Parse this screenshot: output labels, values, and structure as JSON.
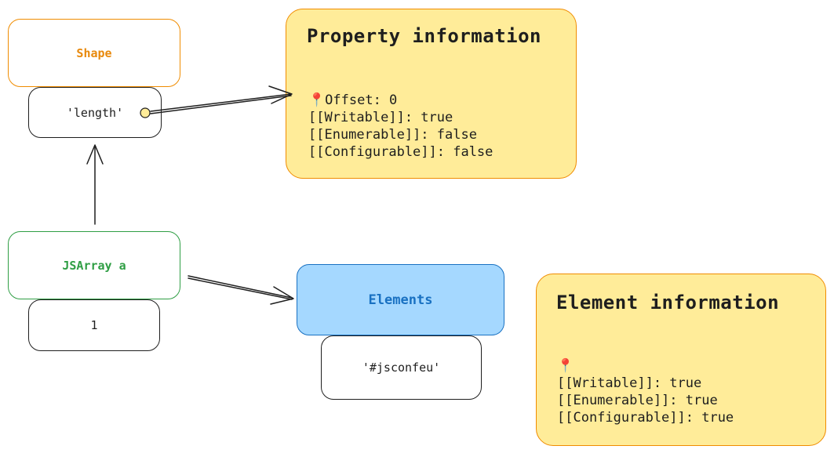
{
  "nodes": {
    "shape": "Shape",
    "length": "'length'",
    "jsarray": "JSArray a",
    "value": "1",
    "elements": "Elements",
    "element_value": "'#jsconfeu'"
  },
  "property_info": {
    "title": "Property information",
    "lines": [
      "📍Offset: 0",
      "[[Writable]]: true",
      "[[Enumerable]]: false",
      "[[Configurable]]: false"
    ]
  },
  "element_info": {
    "title": "Element information",
    "lines": [
      "📍",
      "[[Writable]]: true",
      "[[Enumerable]]: true",
      "[[Configurable]]: true"
    ]
  },
  "colors": {
    "shape": "#f08c00",
    "jsarray": "#2f9e44",
    "elements_fill": "#a5d8ff",
    "elements_stroke": "#1971c2",
    "note_fill": "#ffec99"
  }
}
